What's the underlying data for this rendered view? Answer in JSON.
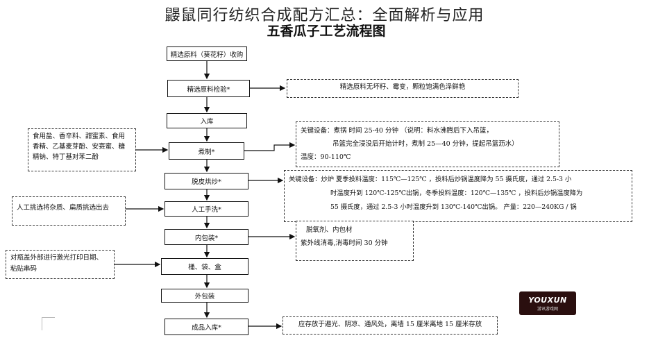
{
  "overlay_title": "鼹鼠同行纺织合成配方汇总：全面解析与应用",
  "chart_title": "五香瓜子工艺流程图",
  "steps": [
    {
      "label": "精选原料（葵花籽）收购"
    },
    {
      "label": "精选原料检验*"
    },
    {
      "label": "入库"
    },
    {
      "label": "煮制*"
    },
    {
      "label": "脱皮烘炒*"
    },
    {
      "label": "人工手洗*"
    },
    {
      "label": "内包装*"
    },
    {
      "label": "桶、袋、盒"
    },
    {
      "label": "外包装"
    },
    {
      "label": "成品入库*"
    }
  ],
  "notes": {
    "inspection": [
      "精选原料无坏籽、霉变，颗粒饱满色泽鲜艳"
    ],
    "ingredients": [
      "食用盐、香辛料、甜蜜素、食用",
      "香精、乙基麦芽酚、安赛蜜、糖",
      "精钠、特丁基对苯二酚"
    ],
    "cooking": [
      "关键设备：煮锅        时间 25-40 分钟 （说明：料水沸腾后下入吊篮，",
      "吊篮完全浸没后开始计时，煮制 25—40 分钟，提起吊篮沥水）",
      "温度：90-110℃"
    ],
    "roasting": [
      "关键设备：炒炉    夏季投料温度：115℃—125℃ ，投料后炒锅温度降为 55 摄氏度，通过 2.5-3 小",
      "时温度升到 120℃-125℃出锅，冬季投料温度：120℃—135℃ ，投料后炒锅温度降为",
      "55 摄氏度，通过 2.5-3 小时温度升到 130℃-140℃出锅。      产量：220—240KG / 锅"
    ],
    "washing": [
      "人工挑选将杂质、扁质挑选出去"
    ],
    "packing": [
      "脱氧剂、内包材",
      "紫外线消毒,消毒时间 30 分钟"
    ],
    "printing": [
      "对瓶盖外部进行激光打印日期、",
      "粘贴串码"
    ],
    "storage": [
      "应存放于避光、阴凉、通风处，离墙 15 厘米离地 15 厘米存放"
    ]
  },
  "logo": {
    "name": "YOUXUN",
    "tagline": "游讯游戏网"
  }
}
